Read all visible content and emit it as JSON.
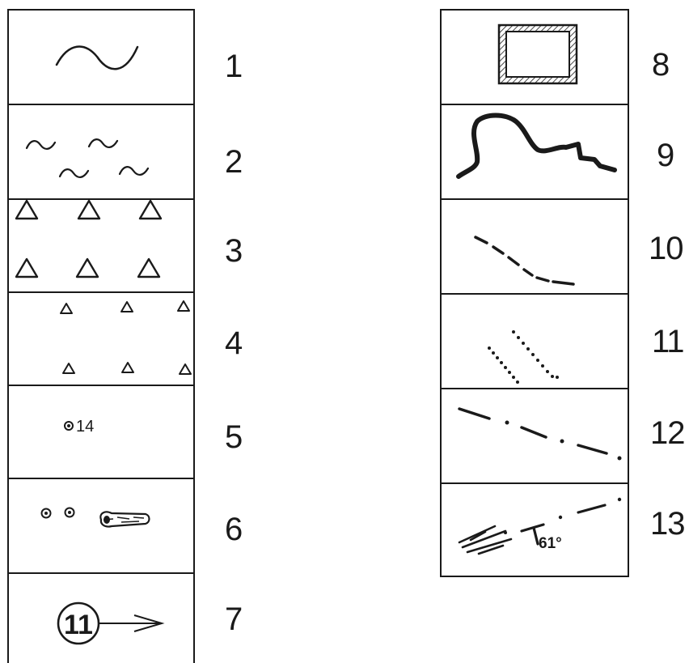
{
  "legend": {
    "ink_color": "#1a1a1a",
    "left_column": [
      {
        "number": "1",
        "symbol": "single-wave-icon"
      },
      {
        "number": "2",
        "symbol": "scattered-waves-icon"
      },
      {
        "number": "3",
        "symbol": "large-triangles-icon"
      },
      {
        "number": "4",
        "symbol": "small-triangles-icon"
      },
      {
        "number": "5",
        "symbol": "point-with-label-icon",
        "label": "14"
      },
      {
        "number": "6",
        "symbol": "points-and-object-icon"
      },
      {
        "number": "7",
        "symbol": "circled-number-arrow-icon",
        "label": "11"
      }
    ],
    "right_column": [
      {
        "number": "8",
        "symbol": "hatched-rectangle-icon"
      },
      {
        "number": "9",
        "symbol": "thick-winding-line-icon"
      },
      {
        "number": "10",
        "symbol": "dashed-line-icon"
      },
      {
        "number": "11",
        "symbol": "dotted-lines-icon"
      },
      {
        "number": "12",
        "symbol": "dash-dot-line-icon"
      },
      {
        "number": "13",
        "symbol": "strike-dip-icon",
        "label": "61°"
      }
    ]
  }
}
